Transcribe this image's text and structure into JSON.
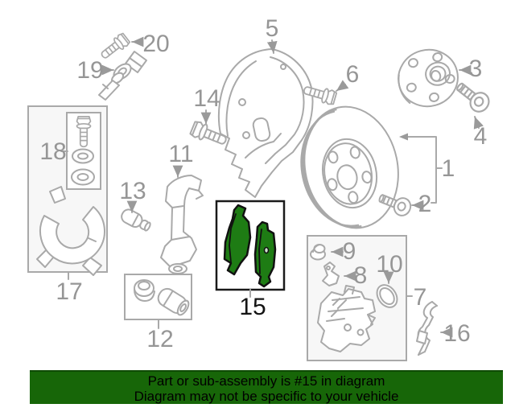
{
  "banner": {
    "line1": "Part or sub-assembly is #15 in diagram",
    "line2": "Diagram may not be specific to your vehicle",
    "background_color": "#176608",
    "text_color": "#000000"
  },
  "diagram": {
    "highlighted_part": "15",
    "highlight_fill": "#1e7c14",
    "line_color": "#a9a9a9",
    "label_color": "#969696",
    "labels": {
      "1": "1",
      "2": "2",
      "3": "3",
      "4": "4",
      "5": "5",
      "6": "6",
      "7": "7",
      "8": "8",
      "9": "9",
      "10": "10",
      "11": "11",
      "12": "12",
      "13": "13",
      "14": "14",
      "15": "15",
      "16": "16",
      "17": "17",
      "18": "18",
      "19": "19",
      "20": "20"
    }
  }
}
